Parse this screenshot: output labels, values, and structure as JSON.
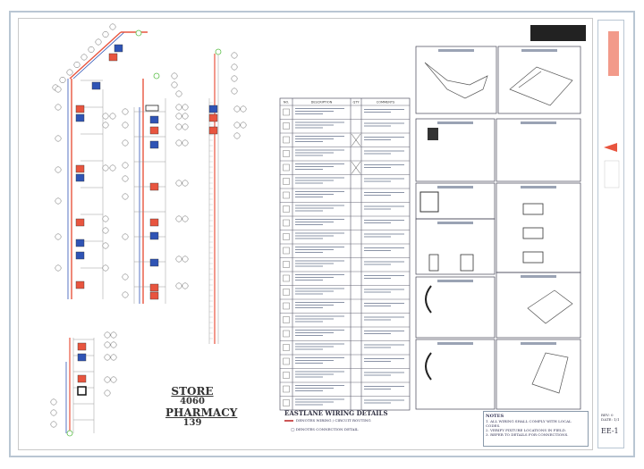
{
  "drawing": {
    "store_label": "STORE",
    "store_number": "4060",
    "department": "PHARMACY",
    "sub_number": "139",
    "details_title": "EASTLANE WIRING DETAILS",
    "legend_1": "DENOTES WIRING / CIRCUIT ROUTING",
    "legend_2": "DENOTES CONNECTION DETAIL",
    "notes_title": "NOTES",
    "notes": [
      "1. ALL WIRING SHALL COMPLY WITH LOCAL CODES.",
      "2. VERIFY FIXTURE LOCATIONS IN FIELD.",
      "3. REFER TO DETAILS FOR CONNECTIONS."
    ],
    "sheet_number": "EE-1",
    "rev_label": "REV: 0",
    "date_label": "DATE: 1/1"
  },
  "table": {
    "headers": [
      "NO.",
      "DESCRIPTION",
      "QTY",
      "COMMENTS"
    ],
    "row_count": 22
  },
  "colors": {
    "power": "#e8553f",
    "data": "#2f54b5",
    "frame": "#b9c6d3",
    "line": "#555555",
    "marker": "#5cbf4a"
  }
}
